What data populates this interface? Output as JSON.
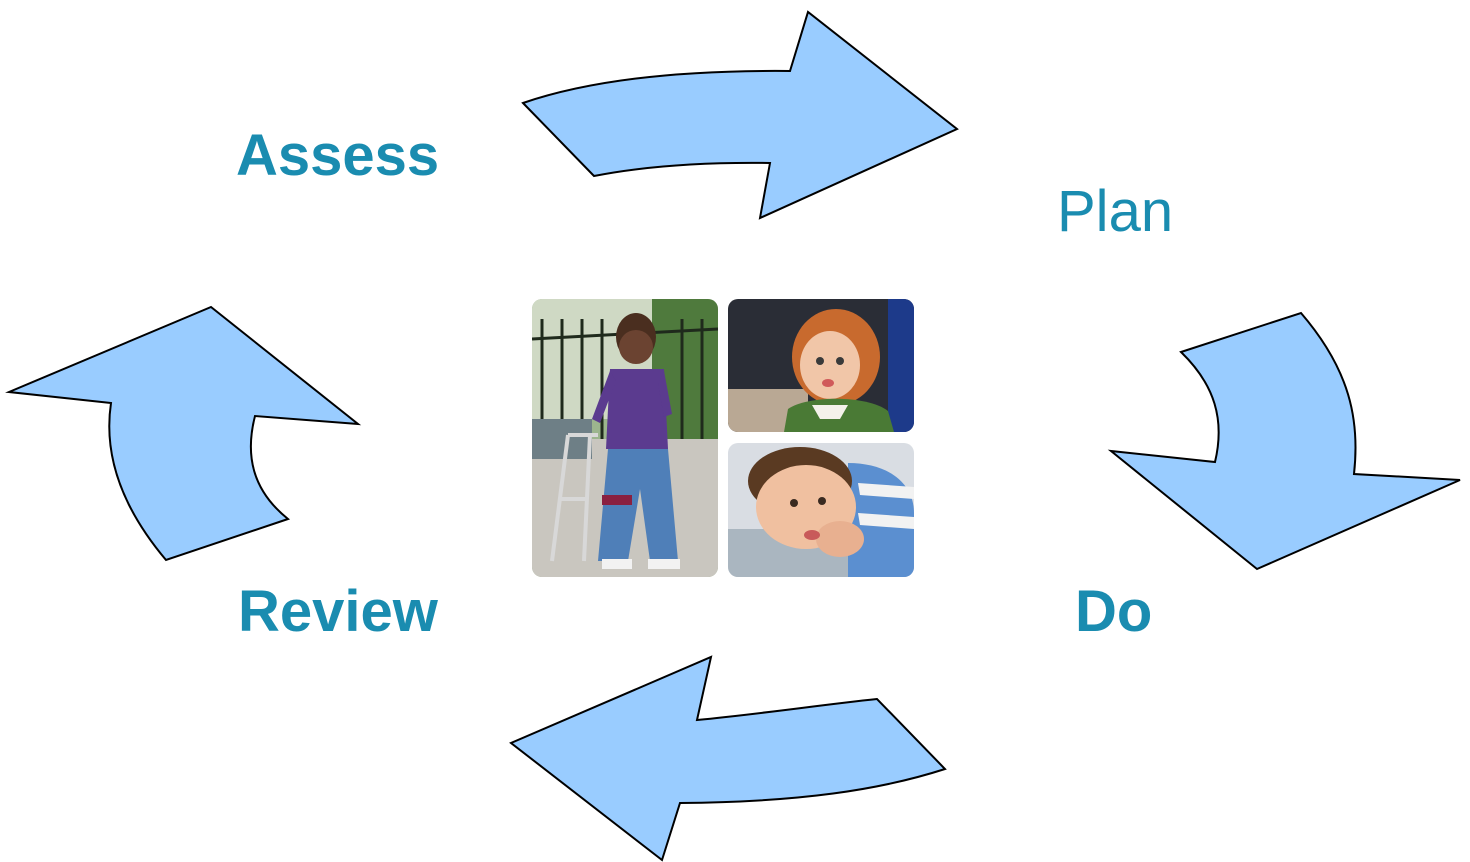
{
  "cycle": {
    "stages": [
      {
        "key": "assess",
        "label": "Assess"
      },
      {
        "key": "plan",
        "label": "Plan"
      },
      {
        "key": "do",
        "label": "Do"
      },
      {
        "key": "review",
        "label": "Review"
      }
    ]
  },
  "colors": {
    "label_text": "#1a8cb0",
    "arrow_fill": "#99ccff",
    "arrow_stroke": "#000000"
  },
  "photos": [
    {
      "subject": "girl-with-walker"
    },
    {
      "subject": "red-haired-toddler"
    },
    {
      "subject": "boy-resting-head"
    }
  ]
}
